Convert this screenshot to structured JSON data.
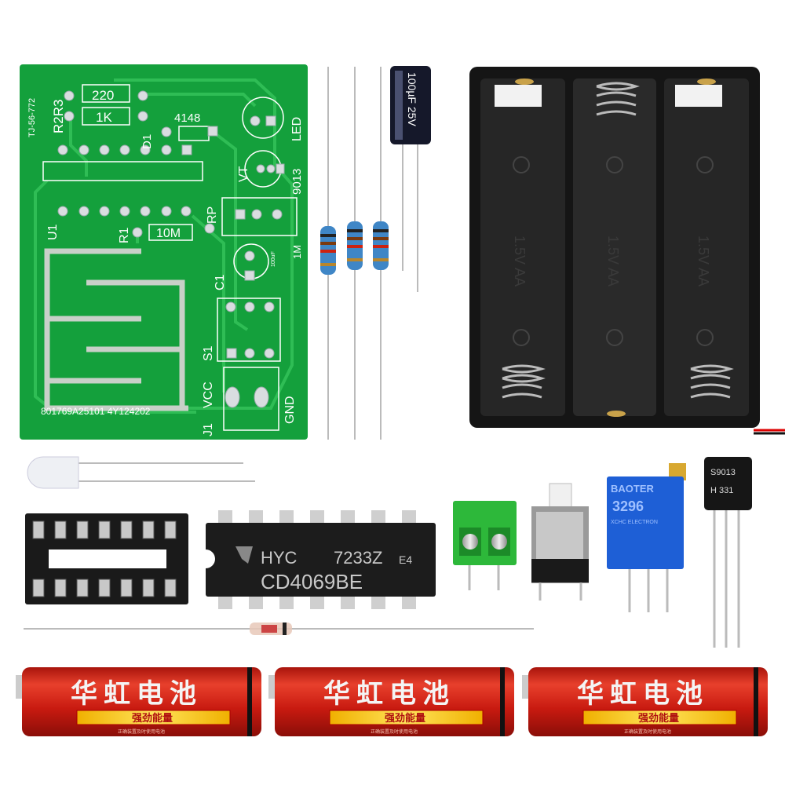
{
  "pcb": {
    "board_code": "TJ-56-772",
    "labels": {
      "r2r3": "R2R3",
      "r3_value": "220",
      "r2_value": "1K",
      "d1": "D1",
      "d1_value": "4148",
      "led": "LED",
      "vt": "VT",
      "vt_value": "9013",
      "rp": "RP",
      "rp_value": "1M",
      "r1": "R1",
      "r1_value": "10M",
      "u1": "U1",
      "c1": "C1",
      "c1_value": "100uF",
      "s1": "S1",
      "vcc": "VCC",
      "gnd": "GND",
      "j1": "J1",
      "serial": "801769A25101 4Y124202"
    },
    "color": "#14a03c"
  },
  "capacitor": {
    "marking": "100µF 25V"
  },
  "ic": {
    "brand": "HYC",
    "code": "7233Z",
    "suffix": "E4",
    "part": "CD4069BE"
  },
  "potentiometer": {
    "brand": "BAOTER",
    "model": "3296",
    "maker": "XCHC ELECTRON",
    "color": "#1e5fd6"
  },
  "transistor": {
    "line1": "S9013",
    "line2": "H 331"
  },
  "battery_holder": {
    "label": "1.5V AA"
  },
  "batteries": [
    {
      "brand": "华虹电池",
      "slogan": "强劲能量",
      "note": "正确装置及时使用电池"
    },
    {
      "brand": "华虹电池",
      "slogan": "强劲能量",
      "note": "正确装置及时使用电池"
    },
    {
      "brand": "华虹电池",
      "slogan": "强劲能量",
      "note": "正确装置及时使用电池"
    }
  ],
  "battery_color": "#d01e12"
}
